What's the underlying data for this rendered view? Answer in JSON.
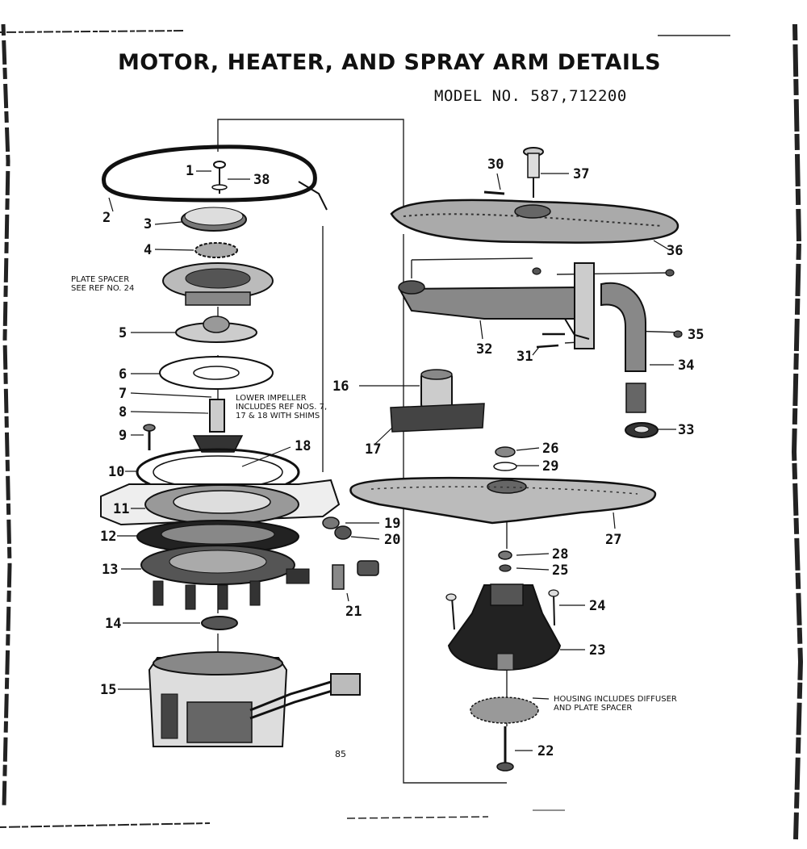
{
  "title": "MOTOR, HEATER, AND SPRAY ARM DETAILS",
  "model": "MODEL NO. 587,712200",
  "notes": {
    "plate_spacer": [
      "PLATE SPACER",
      "SEE REF NO. 24"
    ],
    "lower_impeller": [
      "LOWER IMPELLER",
      "INCLUDES REF NOS. 7,",
      "17 & 18 WITH SHIMS"
    ],
    "housing": [
      "HOUSING INCLUDES DIFFUSER",
      "AND PLATE SPACER"
    ]
  },
  "drawing_code": "85",
  "callouts": [
    "1",
    "2",
    "3",
    "4",
    "5",
    "6",
    "7",
    "8",
    "9",
    "10",
    "11",
    "12",
    "13",
    "14",
    "15",
    "16",
    "17",
    "18",
    "19",
    "20",
    "21",
    "22",
    "23",
    "24",
    "25",
    "26",
    "27",
    "28",
    "29",
    "30",
    "31",
    "32",
    "33",
    "34",
    "35",
    "36",
    "37",
    "38"
  ],
  "colors": {
    "ink": "#111111",
    "paper": "#ffffff",
    "shade": "#444444"
  }
}
